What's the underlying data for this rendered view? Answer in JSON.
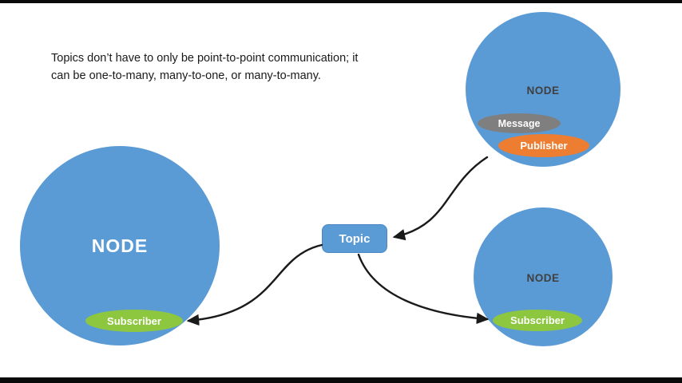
{
  "caption": {
    "line1": "Topics don’t have to only be point-to-point communication; it",
    "line2": "can be one-to-many, many-to-one, or many-to-many."
  },
  "nodes": {
    "left": {
      "label": "NODE",
      "subscriber_label": "Subscriber"
    },
    "top_right": {
      "label": "NODE",
      "message_label": "Message",
      "publisher_label": "Publisher"
    },
    "bottom_right": {
      "label": "NODE",
      "subscriber_label": "Subscriber"
    }
  },
  "topic": {
    "label": "Topic"
  },
  "colors": {
    "node_blue": "#5b9bd5",
    "subscriber_green": "#8dc63f",
    "publisher_orange": "#ed7d31",
    "message_gray": "#7f7f7f",
    "arrow_black": "#1a1a1a",
    "letterbox_black": "#0a0a0a",
    "background": "#ffffff"
  }
}
